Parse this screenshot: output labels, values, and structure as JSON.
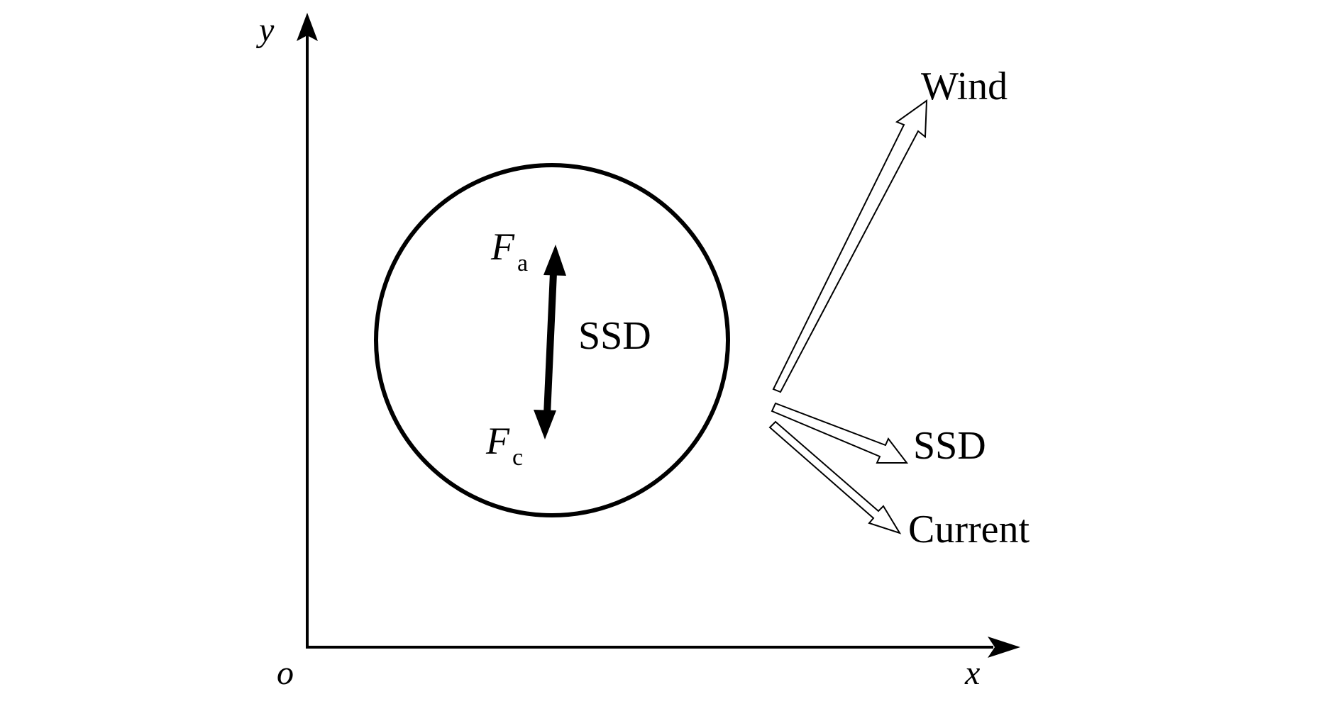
{
  "axes": {
    "x_label": "x",
    "y_label": "y",
    "origin_label": "o"
  },
  "body": {
    "label": "SSD",
    "force_top": {
      "symbol": "F",
      "subscript": "a"
    },
    "force_bottom": {
      "symbol": "F",
      "subscript": "c"
    }
  },
  "vectors": [
    {
      "id": "wind",
      "label": "Wind"
    },
    {
      "id": "ssd",
      "label": "SSD"
    },
    {
      "id": "current",
      "label": "Current"
    }
  ],
  "colors": {
    "ink": "#000000",
    "background": "#ffffff"
  }
}
